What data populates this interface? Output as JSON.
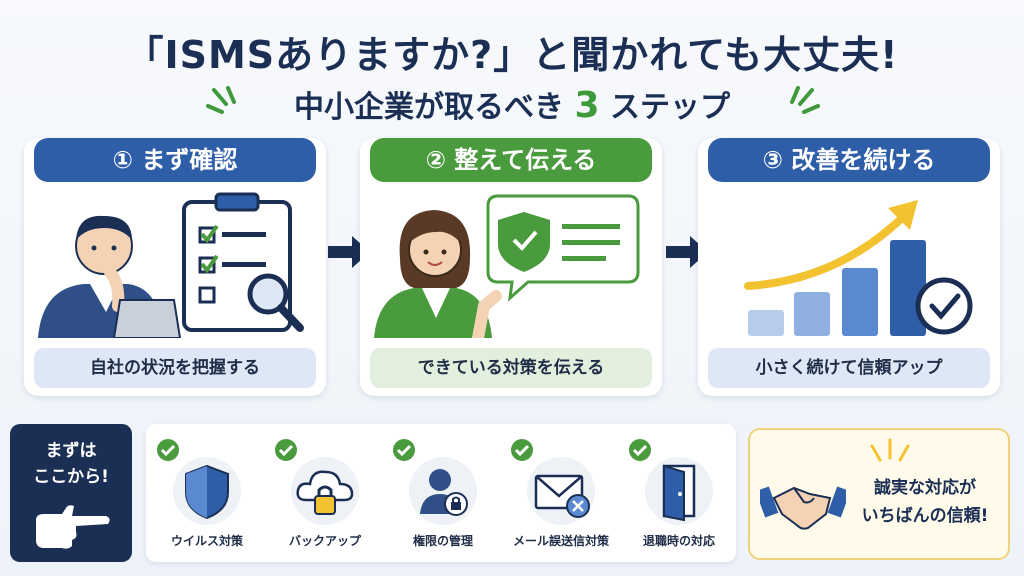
{
  "header": {
    "title": "「ISMSありますか?」と聞かれても大丈夫!",
    "subtitle_prefix": "中小企業が取るべき",
    "subtitle_number": "3",
    "subtitle_suffix": "ステップ"
  },
  "steps": [
    {
      "title": "① まず確認",
      "caption": "自社の状況を把握する",
      "color": "#2f5ea8"
    },
    {
      "title": "② 整えて伝える",
      "caption": "できている対策を伝える",
      "color": "#4a9b3d"
    },
    {
      "title": "③ 改善を続ける",
      "caption": "小さく続けて信頼アップ",
      "color": "#2f5ea8"
    }
  ],
  "start_panel": {
    "line1": "まずは",
    "line2": "ここから!",
    "icon": "pointing-hand-icon"
  },
  "measures": [
    {
      "label": "ウイルス対策",
      "icon": "shield-icon"
    },
    {
      "label": "バックアップ",
      "icon": "cloud-lock-icon"
    },
    {
      "label": "権限の管理",
      "icon": "user-lock-icon"
    },
    {
      "label": "メール誤送信対策",
      "icon": "mail-cancel-icon"
    },
    {
      "label": "退職時の対応",
      "icon": "door-icon"
    }
  ],
  "closing": {
    "line1": "誠実な対応が",
    "line2": "いちばんの信頼!",
    "icon": "handshake-icon"
  },
  "colors": {
    "navy": "#1b2f55",
    "blue": "#2f5ea8",
    "green": "#4a9b3d",
    "yellow": "#f2c230"
  }
}
